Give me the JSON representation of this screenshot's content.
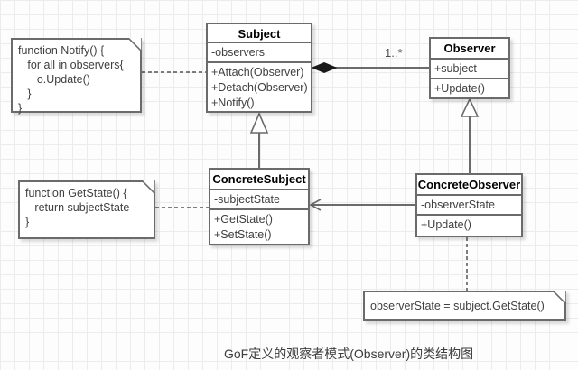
{
  "diagram": {
    "caption": "GoF定义的观察者模式(Observer)的类结构图",
    "labels": {
      "multiplicity": "1..*"
    },
    "classes": [
      {
        "name": "Subject",
        "attributes": [
          "-observers"
        ],
        "methods": [
          "+Attach(Observer)",
          "+Detach(Observer)",
          "+Notify()"
        ]
      },
      {
        "name": "Observer",
        "attributes": [
          "+subject"
        ],
        "methods": [
          "+Update()"
        ]
      },
      {
        "name": "ConcreteSubject",
        "attributes": [
          "-subjectState"
        ],
        "methods": [
          "+GetState()",
          "+SetState()"
        ]
      },
      {
        "name": "ConcreteObserver",
        "attributes": [
          "-observerState"
        ],
        "methods": [
          "+Update()"
        ]
      }
    ],
    "notes": [
      {
        "lines": [
          "function Notify() {",
          "   for all in observers{",
          "      o.Update()",
          "   }",
          "}"
        ]
      },
      {
        "lines": [
          "function GetState() {",
          "   return subjectState",
          "}"
        ]
      },
      {
        "lines": [
          "observerState = subject.GetState()"
        ]
      }
    ],
    "colors": {
      "border": "#6b6b6b",
      "line": "#6b6b6b",
      "diamond_fill": "#1a1a1a",
      "grid": "#ececec",
      "member_text": "#3f3f3f",
      "title_text": "#000000"
    }
  }
}
